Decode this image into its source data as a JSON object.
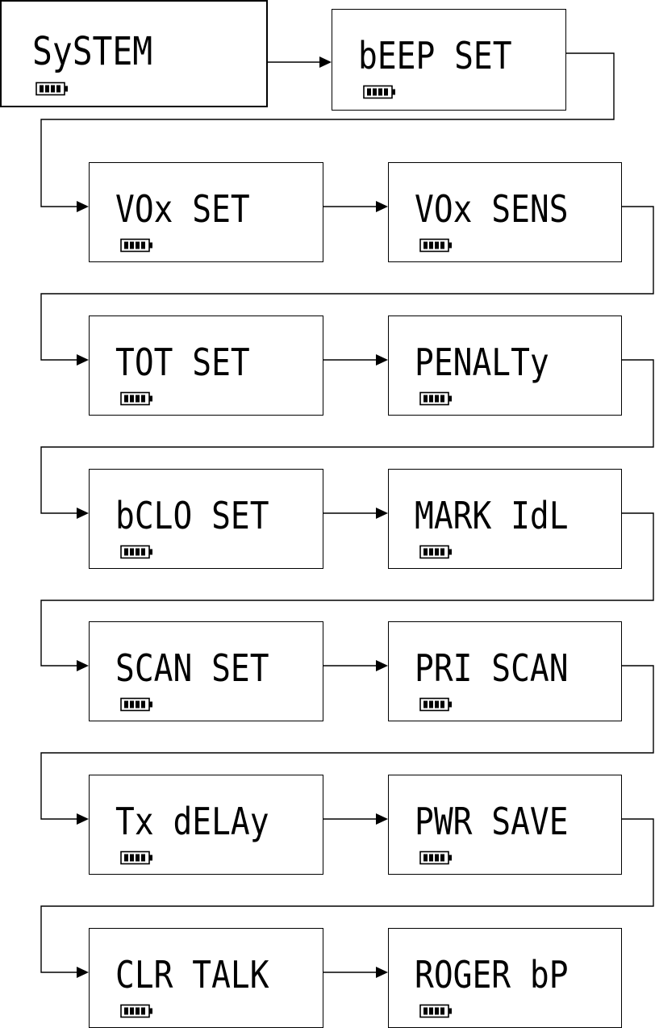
{
  "theme": {
    "stroke": "#000000",
    "background": "#ffffff"
  },
  "screens": [
    {
      "label": "SySTEM",
      "icon": "battery-icon"
    },
    {
      "label": "bEEP SET",
      "icon": "battery-icon"
    },
    {
      "label": "VOx SET",
      "icon": "battery-icon"
    },
    {
      "label": "VOx SENS",
      "icon": "battery-icon"
    },
    {
      "label": "TOT SET",
      "icon": "battery-icon"
    },
    {
      "label": "PENALTy",
      "icon": "battery-icon"
    },
    {
      "label": "bCLO SET",
      "icon": "battery-icon"
    },
    {
      "label": "MARK IdL",
      "icon": "battery-icon"
    },
    {
      "label": "SCAN SET",
      "icon": "battery-icon"
    },
    {
      "label": "PRI SCAN",
      "icon": "battery-icon"
    },
    {
      "label": "Tx dELAy",
      "icon": "battery-icon"
    },
    {
      "label": "PWR SAVE",
      "icon": "battery-icon"
    },
    {
      "label": "CLR TALK",
      "icon": "battery-icon"
    },
    {
      "label": "ROGER bP",
      "icon": "battery-icon"
    }
  ]
}
